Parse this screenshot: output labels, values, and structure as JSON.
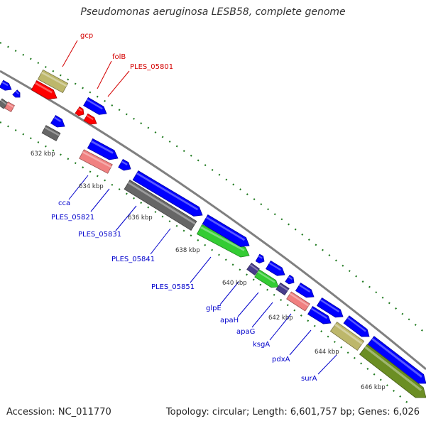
{
  "title": "Pseudomonas aeruginosa LESB58, complete genome",
  "footer": {
    "accession": "Accession: NC_011770",
    "summary": "Topology: circular; Length: 6,601,757 bp; Genes: 6,026"
  },
  "colors": {
    "backbone": "#808080",
    "dotted_track": "#1f7a1f",
    "tick_label": "#333333",
    "label_red": "#d40000",
    "label_blue": "#0000cc",
    "blue": "#0000ff",
    "red": "#ff0000",
    "gray": "#666666",
    "pink": "#f08080",
    "khaki": "#bdb76b",
    "green": "#33cc33",
    "olive": "#6b8e23",
    "slate": "#483d8b"
  },
  "ticks": [
    "632 kbp",
    "634 kbp",
    "636 kbp",
    "638 kbp",
    "640 kbp",
    "642 kbp",
    "644 kbp",
    "646 kbp"
  ],
  "labels_top": [
    "gcp",
    "folB",
    "PLES_05801"
  ],
  "labels_bottom": [
    "cca",
    "PLES_05821",
    "PLES_05831",
    "PLES_05841",
    "PLES_05851",
    "glpE",
    "apaH",
    "apaG",
    "ksgA",
    "pdxA",
    "surA"
  ]
}
